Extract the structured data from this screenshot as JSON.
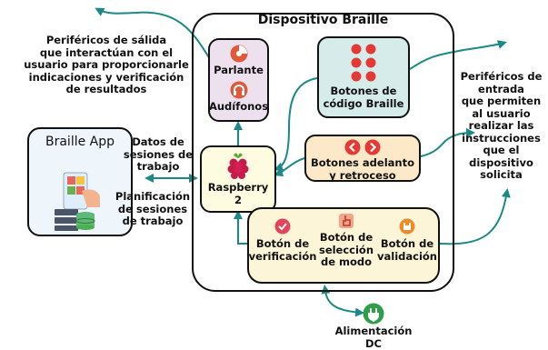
{
  "device": {
    "title": "Dispositivo Braille"
  },
  "app": {
    "title": "Braille App"
  },
  "outputs": {
    "description": "Periféricos de sálida\nque interactúan con  el\nusuario para proporcionarle\nindicaciones y verificación\nde resultados",
    "speaker": "Parlante",
    "headphones": "Audífonos"
  },
  "inputs": {
    "description": "Periféricos de\nentrada\nque permiten\nal usuario\nrealizar las\ninstrucciones\nque el\ndispositivo\nsolicita",
    "braille_buttons": "Botones de\ncódigo Braille",
    "nav_buttons": "Botones adelanto\ny retroceso",
    "verify_button": "Botón de\nverificación",
    "mode_button": "Botón de\nselección\nde modo",
    "validate_button": "Botón de\nvalidación"
  },
  "raspberry": {
    "label": "Raspberry\n2"
  },
  "data_flow": {
    "upload": "Datos de\nsesiones de\ntrabajo",
    "download": "Planificación\nde sesiones\nde trabajo"
  },
  "power": {
    "label": "Alimentación\nDC"
  },
  "colors": {
    "arrow": "#1a8a86",
    "outputs_bg": "#ede1f0",
    "braille_bg": "#d6eceb",
    "nav_bg": "#fde8c8",
    "control_bg": "#fdf5d8",
    "raspberry_bg": "#fdfbe0",
    "app_bg": "#eef6fb",
    "red": "#e53935"
  }
}
